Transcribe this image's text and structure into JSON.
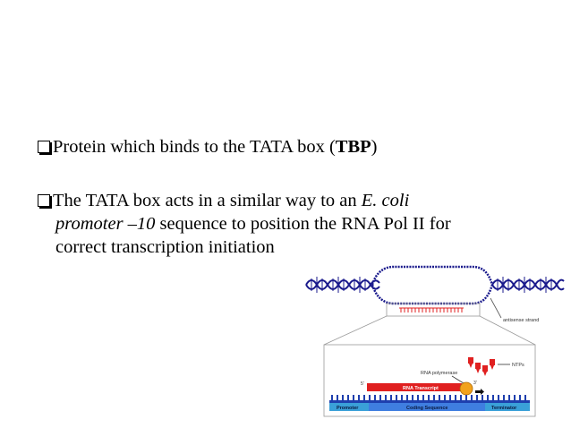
{
  "bullets": {
    "b1": {
      "pre": "Protein which binds to the TATA box (",
      "bold": "TBP",
      "post": ")"
    },
    "b2": {
      "pre": "The TATA box acts in a similar way to an ",
      "ital1": "E. coli",
      "ital2": "promoter –10",
      "mid": " sequence to position the RNA Pol II for",
      "line3": "correct transcription initiation"
    }
  },
  "diagram": {
    "antisense_label": "antisense strand",
    "ntps_label": "NTPs",
    "polymerase_label": "RNA polymerase",
    "transcript_label": "RNA Transcript",
    "five_prime": "5'",
    "three_prime": "3'",
    "promoter_label": "Promoter",
    "coding_label": "Coding Sequence",
    "terminator_label": "Terminator",
    "colors": {
      "dna": "#1a1a8c",
      "rna": "#e02020",
      "polymerase": "#f2a21c",
      "promoter": "#3aa0d8",
      "coding": "#3f7ee0",
      "terminator": "#3aa0d8",
      "strand": "#1e3fae"
    }
  }
}
